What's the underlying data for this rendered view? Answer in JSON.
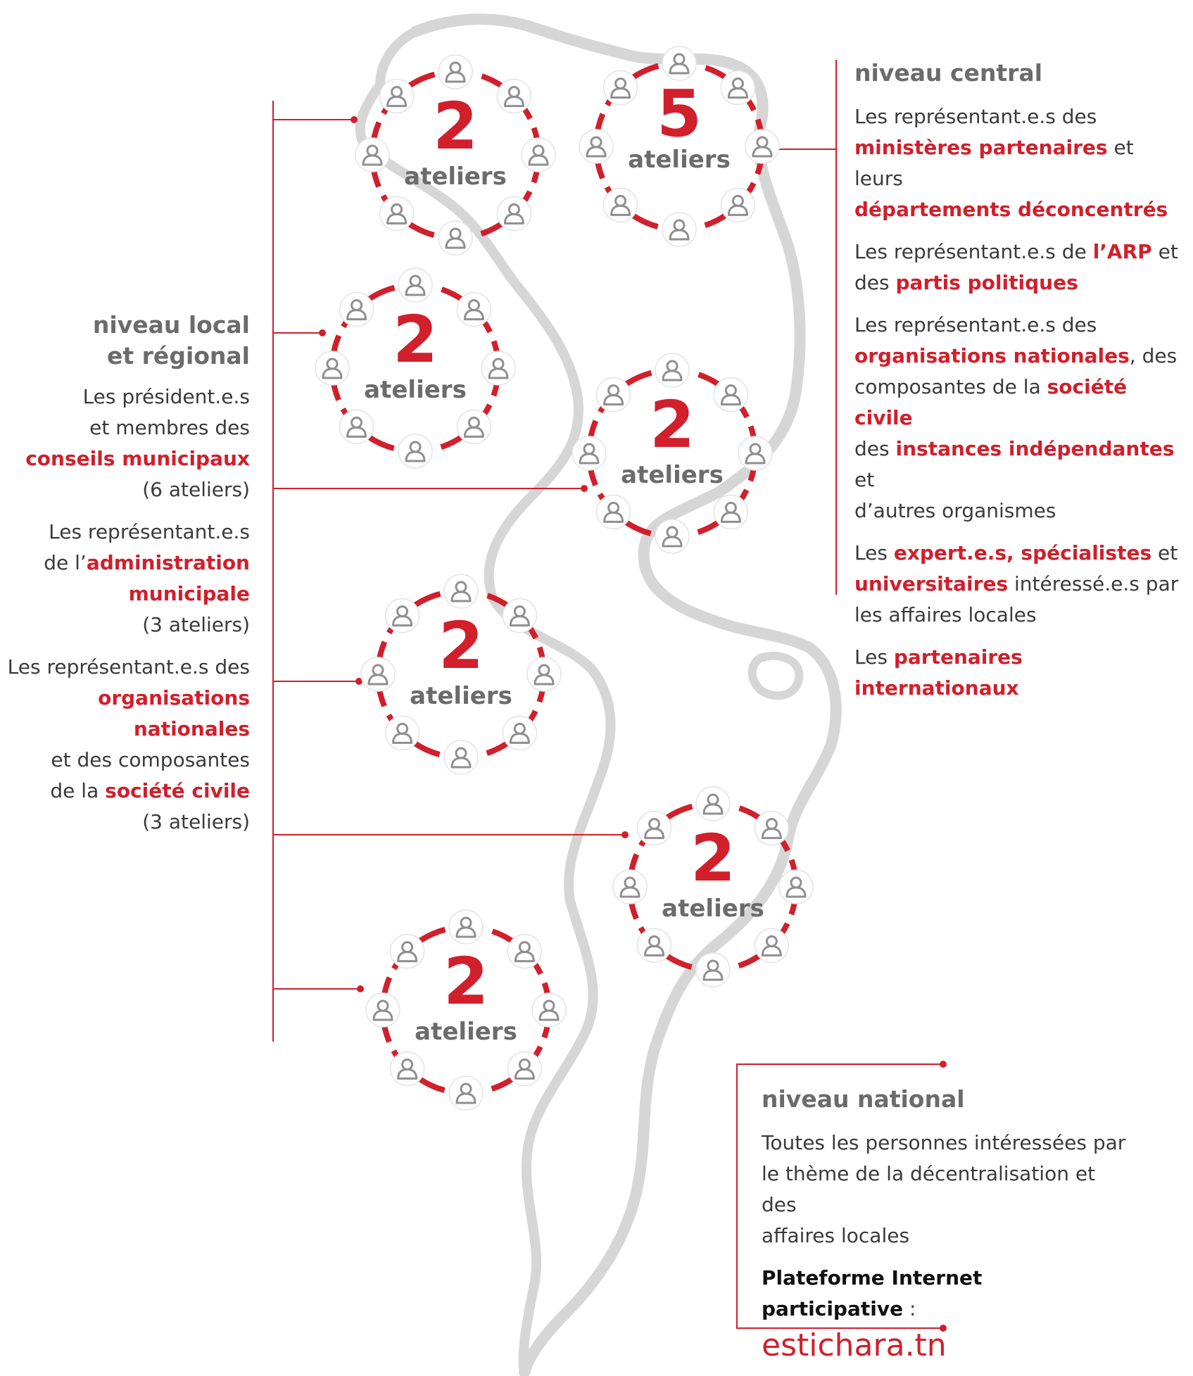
{
  "colors": {
    "accent": "#d11f2b",
    "heading": "#6b6b6b",
    "text": "#3a3a3a",
    "map": "#d6d6d6",
    "icon": "#8f8f8f"
  },
  "workshops": [
    {
      "count": "2",
      "label": "ateliers"
    },
    {
      "count": "5",
      "label": "ateliers"
    },
    {
      "count": "2",
      "label": "ateliers"
    },
    {
      "count": "2",
      "label": "ateliers"
    },
    {
      "count": "2",
      "label": "ateliers"
    },
    {
      "count": "2",
      "label": "ateliers"
    },
    {
      "count": "2",
      "label": "ateliers"
    }
  ],
  "local": {
    "heading1": "niveau local",
    "heading2": "et régional",
    "g1": {
      "l1": "Les président.e.s",
      "l2": "et membres des",
      "h": "conseils municipaux",
      "n": "(6 ateliers)"
    },
    "g2": {
      "l1": "Les représentant.e.s",
      "l2a": "de l’",
      "h1": "administration",
      "h2": "municipale",
      "n": "(3 ateliers)"
    },
    "g3": {
      "l1": "Les représentant.e.s des",
      "h": "organisations nationales",
      "l2": "et des composantes",
      "l3": "de la ",
      "h2": "société civile",
      "n": "(3 ateliers)"
    }
  },
  "central": {
    "heading": "niveau central",
    "g1": {
      "t1": "Les représentant.e.s des",
      "h1": "ministères partenaires",
      "t2": " et leurs",
      "h2": "départements déconcentrés"
    },
    "g2": {
      "t1": "Les représentant.e.s de ",
      "h1": "l’ARP",
      "t2": " et",
      "t3": "des ",
      "h2": "partis politiques"
    },
    "g3": {
      "t1": "Les représentant.e.s des",
      "h1": "organisations nationales",
      "t2": ", des",
      "t3": "composantes de la ",
      "h2": "société civile",
      "t4": "des ",
      "h3": "instances indépendantes",
      "t5": " et",
      "t6": "d’autres organismes"
    },
    "g4": {
      "t1": "Les ",
      "h1": "expert.e.s, spécialistes",
      "t2": " et",
      "h2": "universitaires",
      "t3": " intéressé.e.s par",
      "t4": "les affaires locales"
    },
    "g5": {
      "t1": "Les ",
      "h1": "partenaires internationaux"
    }
  },
  "national": {
    "heading": "niveau national",
    "l1": "Toutes les personnes intéressées par",
    "l2": "le thème de la décentralisation et des",
    "l3": "affaires locales",
    "platform": "Plateforme Internet participative",
    "colon": " :",
    "site": "estichara.tn"
  }
}
